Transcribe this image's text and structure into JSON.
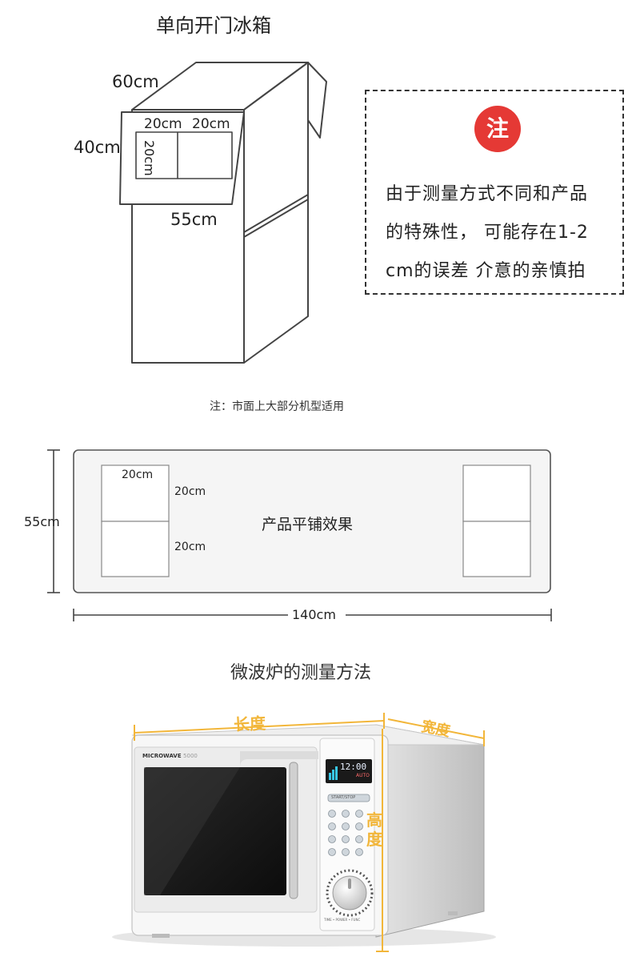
{
  "fridge": {
    "title": "单向开门冰箱",
    "dim_depth": "60cm",
    "dim_side": "40cm",
    "dim_front": "55cm",
    "panel_w1": "20cm",
    "panel_w2": "20cm",
    "panel_h": "20cm"
  },
  "note": {
    "badge": "注",
    "line1": "由于测量方式不同和产品",
    "line2": "的特殊性，  可能存在1-2",
    "line3": "cm的误差   介意的亲慎拍"
  },
  "applicability": "注：市面上大部分机型适用",
  "flat": {
    "height_label": "55cm",
    "width_label": "140cm",
    "caption": "产品平铺效果",
    "pocket_w": "20cm",
    "pocket_h1": "20cm",
    "pocket_h2": "20cm"
  },
  "microwave": {
    "title": "微波炉的测量方法",
    "length_label": "长度",
    "width_label": "宽度",
    "height_label": "高度",
    "brand": "MICROWAVE",
    "model": "5000",
    "display_time": "12:00",
    "display_mode": "AUTO",
    "start_label": "START/STOP",
    "dial_label": "TIME  •  POWER  •  FUNC"
  },
  "colors": {
    "badge": "#e53935",
    "accent": "#f2b63a",
    "line": "#444444",
    "panel_fill": "#f5f5f5"
  }
}
